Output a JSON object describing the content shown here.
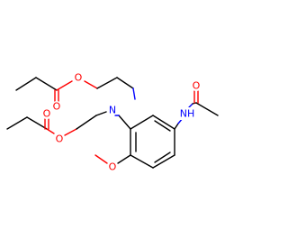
{
  "colors": {
    "background": "#ffffff",
    "bond": "#000000",
    "oxygen": "#ff0000",
    "nitrogen": "#0000ff"
  },
  "atoms": {
    "o_ester_top_carbonyl": "O",
    "o_ester_top_link": "O",
    "o_ester_left_carbonyl": "O",
    "o_ester_left_link": "O",
    "n_amine": "N",
    "n_amide": "NH",
    "o_amide_carbonyl": "O",
    "o_methoxy": "O"
  }
}
